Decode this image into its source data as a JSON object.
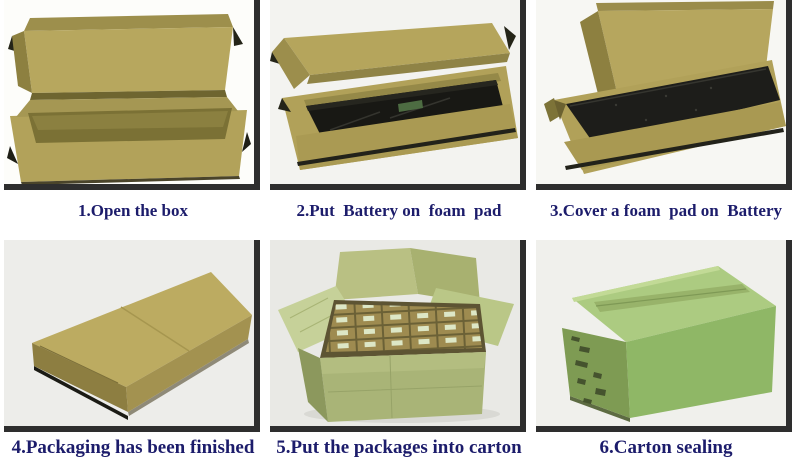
{
  "figure": {
    "description": "battery-packing-steps",
    "rows": 2,
    "columns": 3
  },
  "colors": {
    "caption": "#1c1c6b",
    "frame": "#2e2e2e",
    "cardboard": "#b2a25a",
    "cardboard_dark": "#8d8040",
    "cardboard_deep": "#6e6530",
    "foam": "#1c1c1a",
    "carton_top": "#accb81",
    "carton_front": "#8fb766",
    "carton_side": "#7e9b53",
    "battery_label_green": "#4d6c42",
    "package_label": "#dde7c6"
  },
  "steps": [
    {
      "id": 1,
      "caption": "1.Open the box",
      "image": "open-empty-box"
    },
    {
      "id": 2,
      "caption": "2.Put  Battery on  foam  pad",
      "image": "battery-in-box"
    },
    {
      "id": 3,
      "caption": "3.Cover a foam  pad on  Battery",
      "image": "foam-pad-on-battery"
    },
    {
      "id": 4,
      "caption": "4.Packaging has been finished",
      "image": "closed-box"
    },
    {
      "id": 5,
      "caption": "5.Put the packages into carton",
      "image": "packages-in-carton"
    },
    {
      "id": 6,
      "caption": "6.Carton sealing",
      "image": "sealed-carton"
    }
  ]
}
